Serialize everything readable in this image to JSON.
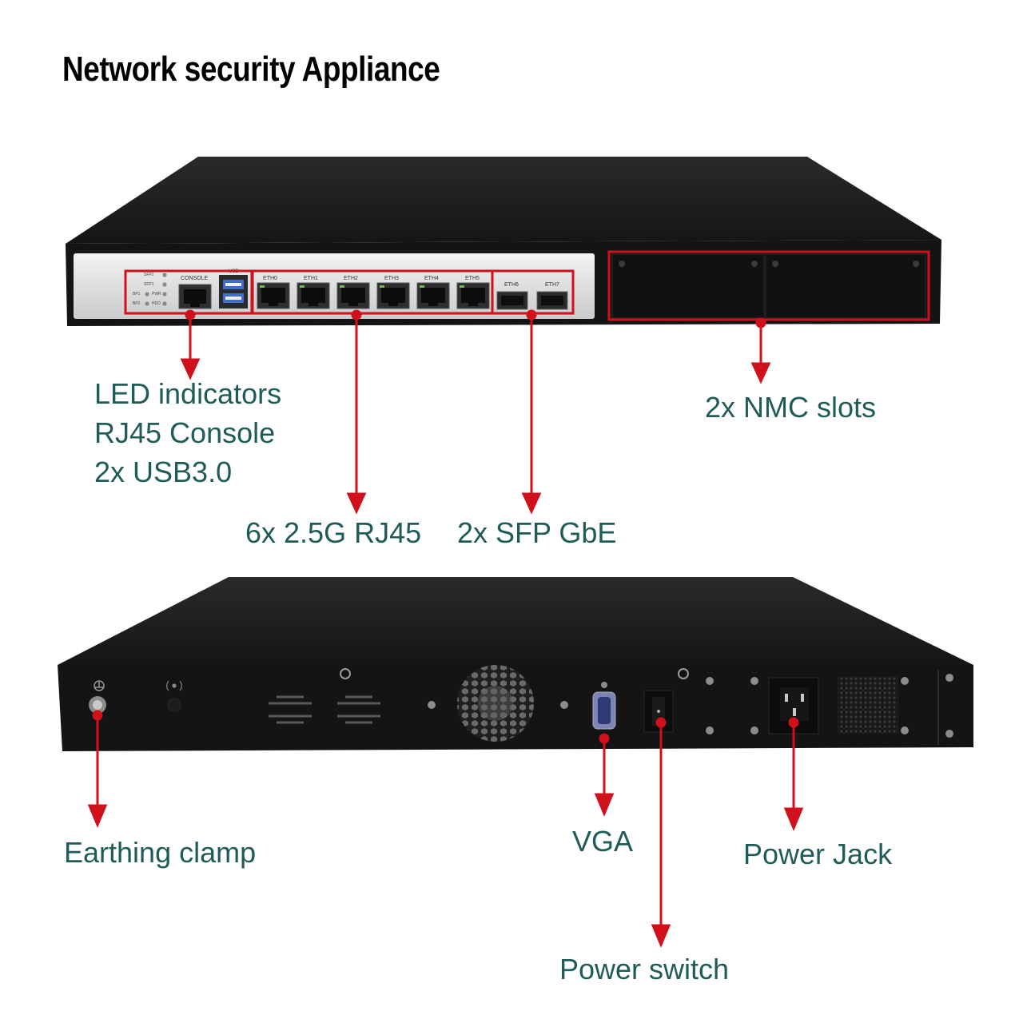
{
  "title": "Network security Appliance",
  "colors": {
    "callout_text": "#1f5b58",
    "highlight": "#d0101a",
    "chassis": "#1c1c1c",
    "front_plate": "#d9dbdd"
  },
  "front_panel": {
    "led_labels": [
      "SFP2",
      "SFP1",
      "BP1",
      "PWR",
      "BP2",
      "HDD"
    ],
    "console_label": "CONSOLE",
    "usb_label": "USB",
    "eth_ports": [
      "ETH0",
      "ETH1",
      "ETH2",
      "ETH3",
      "ETH4",
      "ETH5"
    ],
    "sfp_ports": [
      "ETH6",
      "ETH7"
    ]
  },
  "callouts": {
    "front_left": [
      "LED indicators",
      "RJ45 Console",
      "2x USB3.0"
    ],
    "rj45": "6x 2.5G RJ45",
    "sfp": "2x SFP GbE",
    "nmc": "2x NMC slots",
    "earthing": "Earthing clamp",
    "vga": "VGA",
    "power_jack": "Power Jack",
    "power_switch": "Power switch"
  }
}
